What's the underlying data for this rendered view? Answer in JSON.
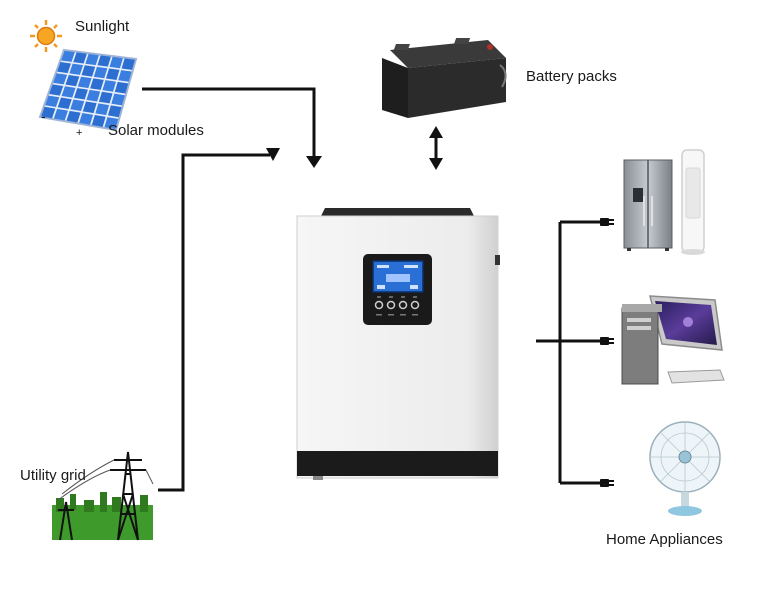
{
  "labels": {
    "sunlight": "Sunlight",
    "solar_modules": "Solar modules",
    "battery_packs": "Battery packs",
    "utility_grid": "Utility grid",
    "home_appliances": "Home Appliances"
  },
  "solar_polarity": {
    "negative": "-",
    "positive": "+"
  },
  "colors": {
    "wire": "#111111",
    "inverter_body": "#eeeeee",
    "inverter_frame": "#222222",
    "lcd_screen": "#2a6fd6",
    "solar_cells": "#2d6fd0",
    "sun": "#f39a1e",
    "grass": "#3e9a2a"
  },
  "icons": [
    "sun-icon",
    "solar-panel-icon",
    "battery-icon",
    "inverter-icon",
    "transmission-tower-icon",
    "refrigerator-icon",
    "air-conditioner-icon",
    "desktop-computer-icon",
    "electric-fan-icon",
    "plug-icon"
  ]
}
